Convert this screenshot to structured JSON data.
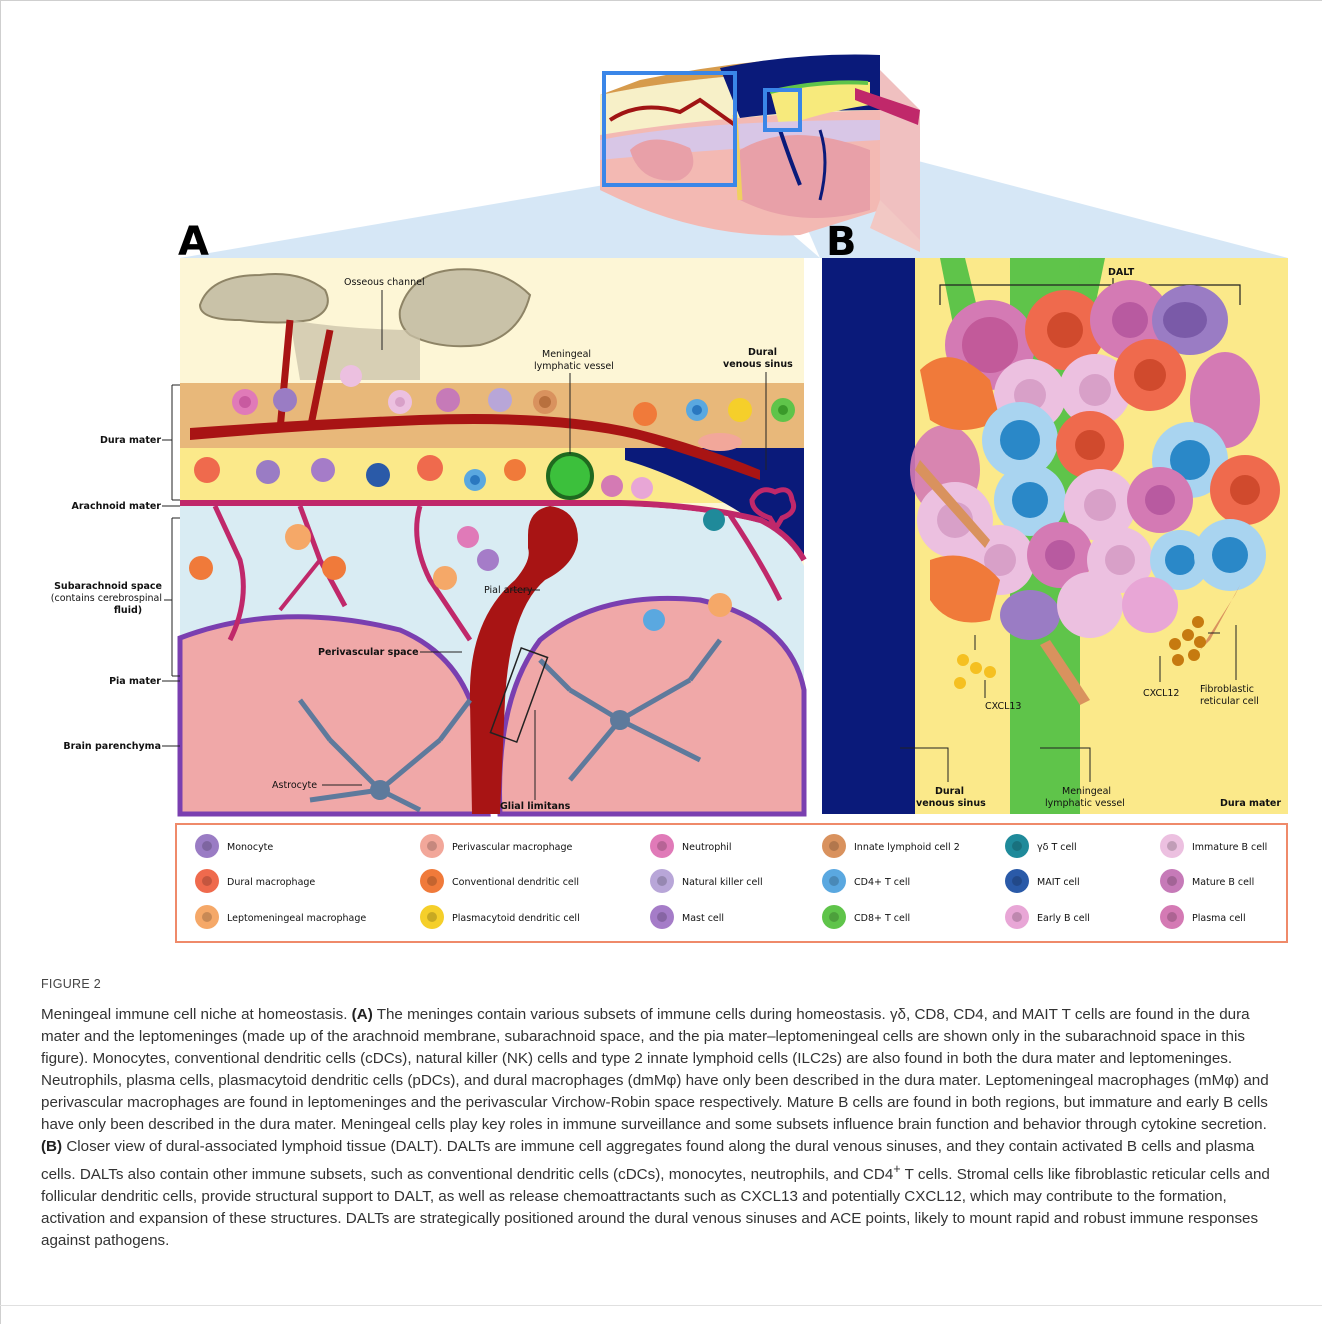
{
  "panels": {
    "a_letter": "A",
    "b_letter": "B"
  },
  "panel_a": {
    "osseous_channel": "Osseous channel",
    "meningeal_lymphatic_1": "Meningeal",
    "meningeal_lymphatic_2": "lymphatic vessel",
    "dural_sinus_1": "Dural",
    "dural_sinus_2": "venous sinus",
    "dura_mater": "Dura mater",
    "arachnoid_mater": "Arachnoid mater",
    "subarachnoid_1": "Subarachnoid space",
    "subarachnoid_2": "(contains cerebrospinal",
    "subarachnoid_3": "fluid)",
    "pia_mater": "Pia mater",
    "brain_parenchyma": "Brain parenchyma",
    "pial_artery": "Pial artery",
    "perivascular_space": "Perivascular space",
    "astrocyte": "Astrocyte",
    "glial_limitans": "Glial limitans"
  },
  "panel_b": {
    "dalt": "DALT",
    "cxcl13": "CXCL13",
    "cxcl12": "CXCL12",
    "fibroblastic_1": "Fibroblastic",
    "fibroblastic_2": "reticular cell",
    "dural_sinus_1": "Dural",
    "dural_sinus_2": "venous sinus",
    "lymphatic_1": "Meningeal",
    "lymphatic_2": "lymphatic vessel",
    "dura_mater": "Dura mater"
  },
  "legend": [
    {
      "label": "Monocyte",
      "color": "#9a7cc4"
    },
    {
      "label": "Dural macrophage",
      "color": "#ef6a4d"
    },
    {
      "label": "Leptomeningeal macrophage",
      "color": "#f5a868"
    },
    {
      "label": "Perivascular macrophage",
      "color": "#f2a79a"
    },
    {
      "label": "Conventional dendritic cell",
      "color": "#f07a3a"
    },
    {
      "label": "Plasmacytoid dendritic cell",
      "color": "#f5cf2a"
    },
    {
      "label": "Neutrophil",
      "color": "#e07ab8"
    },
    {
      "label": "Natural killer cell",
      "color": "#b8a6d8"
    },
    {
      "label": "Mast cell",
      "color": "#a57cc8"
    },
    {
      "label": "Innate lymphoid cell 2",
      "color": "#d9925e"
    },
    {
      "label": "CD4+ T cell",
      "color": "#5aa8e0"
    },
    {
      "label": "CD8+ T cell",
      "color": "#5fc44a"
    },
    {
      "label": "γδ T cell",
      "color": "#1f8a9a"
    },
    {
      "label": "MAIT cell",
      "color": "#2a5aa8"
    },
    {
      "label": "Early B cell",
      "color": "#e8a6d6"
    },
    {
      "label": "Immature B cell",
      "color": "#ecc0e0"
    },
    {
      "label": "Mature B cell",
      "color": "#c67ab8"
    },
    {
      "label": "Plasma cell",
      "color": "#d47ab4"
    }
  ],
  "caption": {
    "figure_label": "FIGURE 2",
    "title": "Meningeal immune cell niche at homeostasis.",
    "a_marker": "(A)",
    "a_text_1": " The meninges contain various subsets of immune cells during homeostasis. γδ, CD8, CD4, and MAIT T cells are found in the dura mater and the leptomeninges (made up of the arachnoid membrane, subarachnoid space, and the pia mater–leptomeningeal cells are shown only in the subarachnoid space in this figure). Monocytes, conventional dendritic cells (cDCs), natural killer (NK) cells and type 2 innate lymphoid cells (ILC2s) are also found in both the dura mater and leptomeninges. Neutrophils, plasma cells, plasmacytoid dendritic cells (pDCs), and dural macrophages (dmMφ) have only been described in the dura mater. Leptomeningeal macrophages (mMφ) and perivascular macrophages are found in leptomeninges and the perivascular Virchow-Robin space respectively. Mature B cells are found in both regions, but immature and early B cells have only been described in the dura mater. Meningeal cells play key roles in immune surveillance and some subsets influence brain function and behavior through cytokine secretion.",
    "b_marker": "(B)",
    "b_text_1": " Closer view of dural-associated lymphoid tissue (DALT). DALTs are immune cell aggregates found along the dural venous sinuses, and they contain activated B cells and plasma cells. DALTs also contain other immune subsets, such as conventional dendritic cells (cDCs), monocytes, neutrophils, and CD4",
    "b_sup": "+",
    "b_text_2": " T cells. Stromal cells like fibroblastic reticular cells and follicular dendritic cells, provide structural support to DALT, as well as release chemoattractants such as CXCL13 and potentially CXCL12, which may contribute to the formation, activation and expansion of these structures. DALTs are strategically positioned around the dural venous sinuses and ACE points, likely to mount rapid and robust immune responses against pathogens."
  }
}
